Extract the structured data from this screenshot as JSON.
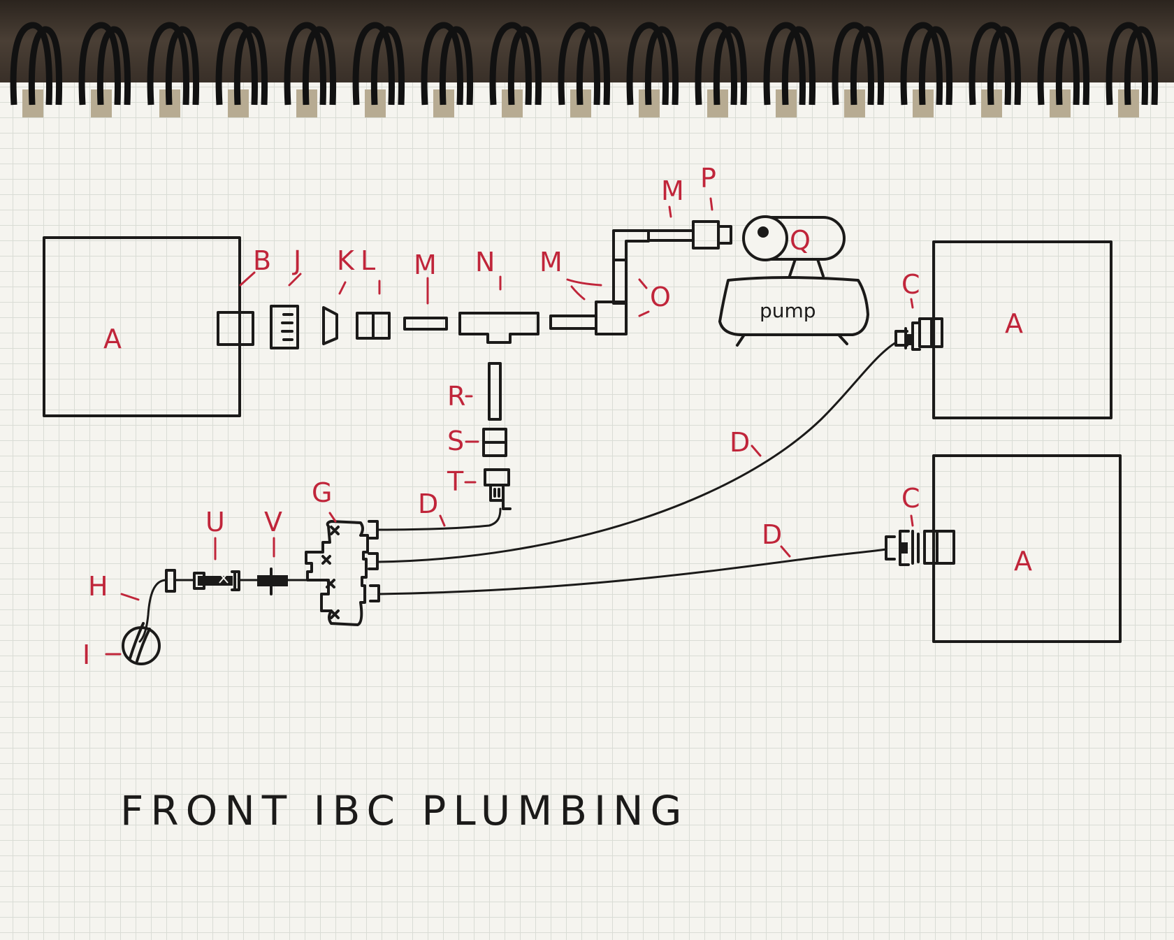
{
  "title": "FRONT IBC PLUMBING",
  "pump_label": "pump",
  "labels": {
    "A": "A",
    "B": "B",
    "C": "C",
    "D": "D",
    "G": "G",
    "H": "H",
    "I": "I",
    "J": "J",
    "K": "K",
    "L": "L",
    "M": "M",
    "N": "N",
    "O": "O",
    "P": "P",
    "Q": "Q",
    "R": "R",
    "S": "S",
    "T": "T",
    "U": "U",
    "V": "V"
  },
  "colors": {
    "ink": "#1b1a19",
    "label_red": "#c0253a",
    "paper": "#f5f4ef",
    "grid": "#d9dcd5"
  }
}
